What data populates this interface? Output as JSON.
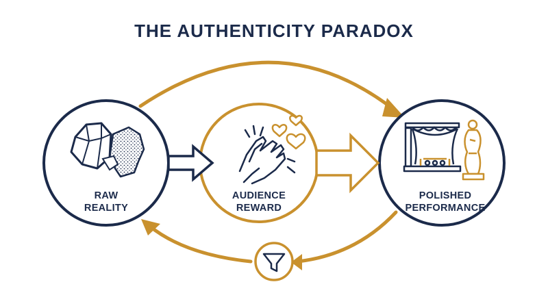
{
  "title": "THE AUTHENTICITY PARADOX",
  "nodes": {
    "raw": {
      "line1": "RAW",
      "line2": "REALITY"
    },
    "audience": {
      "line1": "AUDIENCE",
      "line2": "REWARD"
    },
    "polished": {
      "line1": "POLISHED",
      "line2": "PERFORMANCE"
    }
  },
  "colors": {
    "navy": "#1b2a4a",
    "gold": "#c9912e"
  },
  "icons": [
    "rocks-icon",
    "clapping-hands-icon",
    "hearts-icon",
    "theater-stage-icon",
    "trophy-statue-icon",
    "funnel-icon"
  ]
}
